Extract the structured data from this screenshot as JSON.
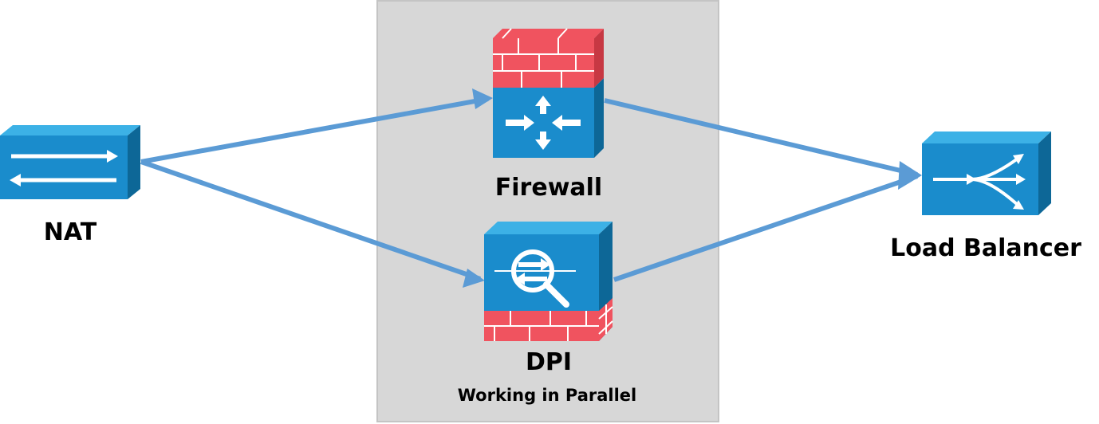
{
  "colors": {
    "panel": "#d7d7d7",
    "arrow": "#5b9bd5",
    "device_front": "#1a8ccc",
    "device_top": "#3cb1e6",
    "device_side": "#0d6797",
    "brick": "#f0535f",
    "brick_mortar": "#ffffff"
  },
  "nodes": {
    "nat": {
      "label": "NAT",
      "icon": "nat-switch-icon"
    },
    "firewall": {
      "label": "Firewall",
      "icon": "firewall-router-icon"
    },
    "dpi": {
      "label": "DPI",
      "icon": "dpi-inspection-icon"
    },
    "load_balancer": {
      "label": "Load Balancer",
      "icon": "load-balancer-icon"
    }
  },
  "group": {
    "caption": "Working in Parallel"
  },
  "edges": [
    {
      "from": "nat",
      "to": "firewall"
    },
    {
      "from": "nat",
      "to": "dpi"
    },
    {
      "from": "firewall",
      "to": "load_balancer"
    },
    {
      "from": "dpi",
      "to": "load_balancer"
    }
  ]
}
